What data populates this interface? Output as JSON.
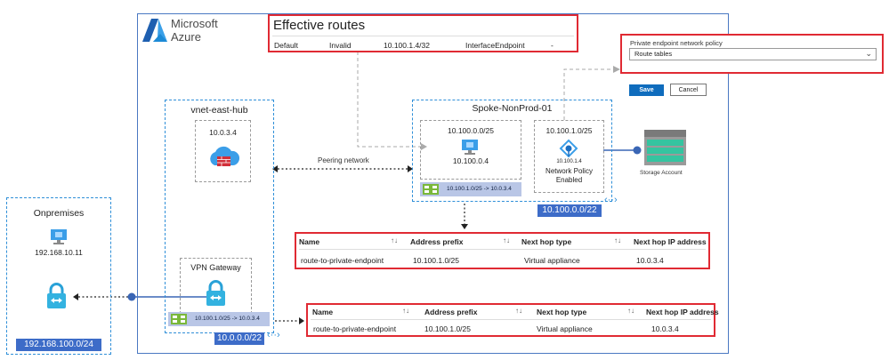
{
  "azure": {
    "line1": "Microsoft",
    "line2": "Azure"
  },
  "effective_routes": {
    "title": "Effective routes",
    "row": [
      "Default",
      "Invalid",
      "10.100.1.4/32",
      "InterfaceEndpoint",
      "-"
    ]
  },
  "policy_panel": {
    "label": "Private endpoint network policy",
    "selected": "Route tables",
    "save": "Save",
    "cancel": "Cancel"
  },
  "hub": {
    "title": "vnet-east-hub",
    "firewall_ip": "10.0.3.4",
    "vpn_title": "VPN Gateway",
    "route": "10.100.1.0/25 -> 10.0.3.4",
    "cidr": "10.0.0.0/22"
  },
  "peering": "Peering network",
  "spoke": {
    "title": "Spoke-NonProd-01",
    "subnet1": "10.100.0.0/25",
    "vm_ip": "10.100.0.4",
    "subnet2": "10.100.1.0/25",
    "pe_ip": "10.100.1.4",
    "pe_policy_1": "Network Policy",
    "pe_policy_2": "Enabled",
    "route": "10.100.1.0/25 -> 10.0.3.4",
    "cidr": "10.100.0.0/22"
  },
  "storage": "Storage Account",
  "onprem": {
    "title": "Onpremises",
    "ip": "192.168.10.11",
    "cidr": "192.168.100.0/24"
  },
  "route_table_1": {
    "headers": [
      "Name",
      "Address prefix",
      "Next hop type",
      "Next hop IP address"
    ],
    "row": [
      "route-to-private-endpoint",
      "10.100.1.0/25",
      "Virtual appliance",
      "10.0.3.4"
    ]
  },
  "route_table_2": {
    "headers": [
      "Name",
      "Address prefix",
      "Next hop type",
      "Next hop IP address"
    ],
    "row": [
      "route-to-private-endpoint",
      "10.100.1.0/25",
      "Virtual appliance",
      "10.0.3.4"
    ]
  },
  "colors": {
    "dash_blue": "#2f8fd8",
    "tag_blue": "#3d6cc8",
    "highlight_red": "#e02a33",
    "save_blue": "#0f6cbd"
  }
}
